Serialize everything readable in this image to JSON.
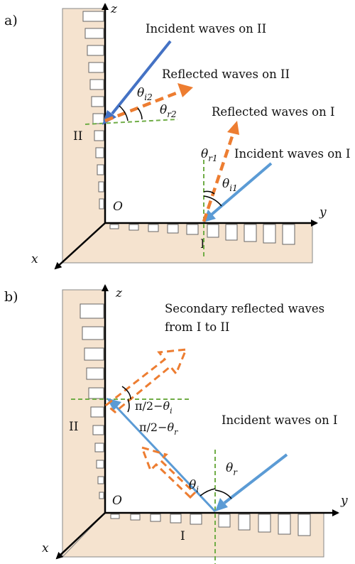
{
  "colors": {
    "wall_fill": "#f5e3cf",
    "wall_stroke": "#888888",
    "incident_II": "#4472c4",
    "incident_I": "#5b9bd5",
    "reflected": "#ed7d31",
    "normal": "#70ad47"
  },
  "panel_a": {
    "tag": "a)",
    "axis_z": "z",
    "axis_y": "y",
    "axis_x": "x",
    "origin": "O",
    "wall_II": "II",
    "wall_I": "I",
    "incident_II": "Incident waves on II",
    "reflected_II": "Reflected waves on II",
    "reflected_I": "Reflected waves on I",
    "incident_I": "Incident waves on I",
    "theta_i2": {
      "sym": "θ",
      "sub": "i2"
    },
    "theta_r2": {
      "sym": "θ",
      "sub": "r2"
    },
    "theta_r1": {
      "sym": "θ",
      "sub": "r1"
    },
    "theta_i1": {
      "sym": "θ",
      "sub": "i1"
    }
  },
  "panel_b": {
    "tag": "b)",
    "axis_z": "z",
    "axis_y": "y",
    "axis_x": "x",
    "origin": "O",
    "wall_II": "II",
    "wall_I": "I",
    "secondary_line1": "Secondary reflected waves",
    "secondary_line2": "from I to II",
    "incident_I": "Incident waves on I",
    "angle_pi2_ti": {
      "pre": "π/2−",
      "sym": "θ",
      "sub": "i"
    },
    "angle_pi2_tr": {
      "pre": "π/2−",
      "sym": "θ",
      "sub": "r"
    },
    "theta_r": {
      "sym": "θ",
      "sub": "r"
    },
    "theta_i": {
      "sym": "θ",
      "sub": "i"
    }
  }
}
